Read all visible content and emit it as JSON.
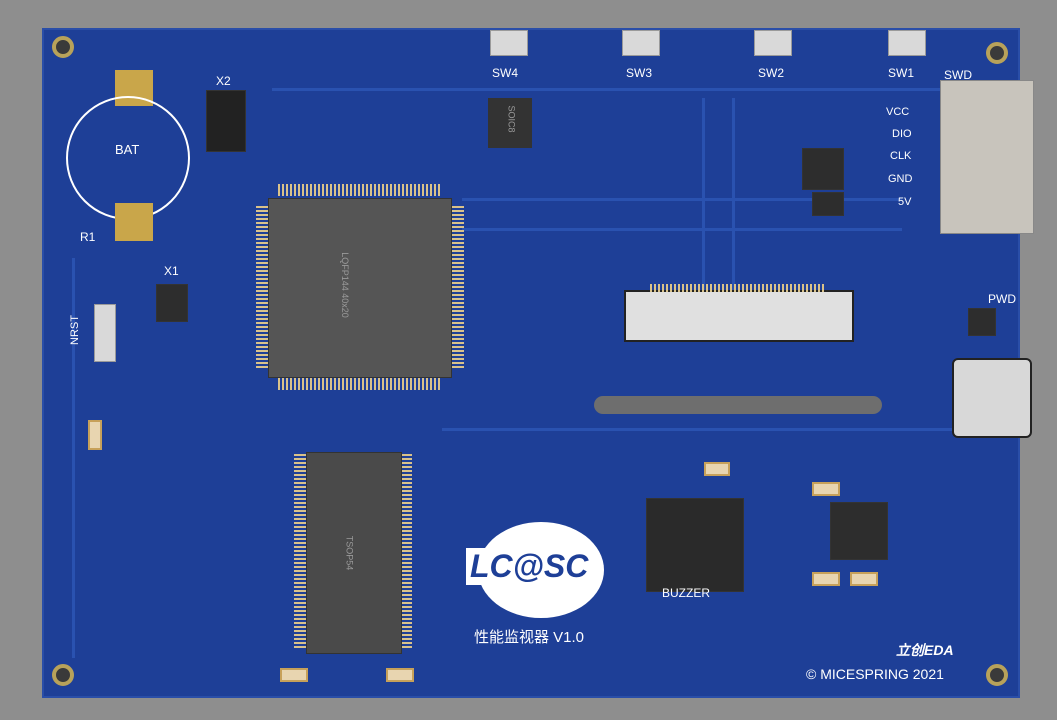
{
  "board": {
    "switches": [
      "SW4",
      "SW3",
      "SW2",
      "SW1"
    ],
    "swd_label": "SWD",
    "swd_pins": [
      "VCC",
      "DIO",
      "CLK",
      "GND",
      "5V"
    ],
    "battery_label": "BAT",
    "x2_label": "X2",
    "x1_label": "X1",
    "r1_label": "R1",
    "nrst_label": "NRST",
    "pwd_label": "PWD",
    "lqfp_label": "LQFP144 40x20",
    "tsop_label": "TSOP54",
    "soic_label": "SOIC8",
    "buzzer_label": "BUZZER",
    "logo_text": "LC@SC",
    "product_title": "性能监视器 V1.0",
    "eda_label": "立创EDA",
    "copyright": "© MICESPRING 2021"
  },
  "colors": {
    "pcb": "#1e3f97",
    "silkscreen": "#ffffff",
    "gold": "#c9a64a",
    "background": "#8e8e8e"
  }
}
